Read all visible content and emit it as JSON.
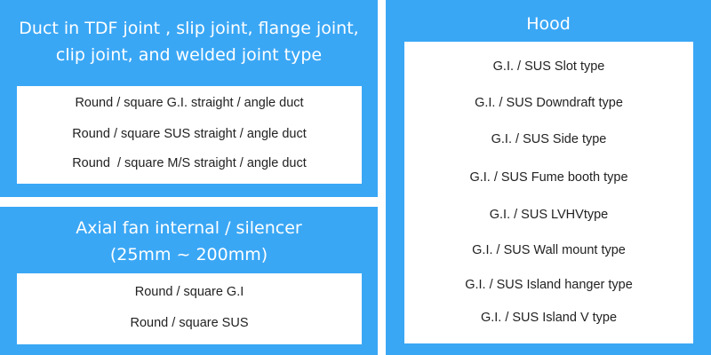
{
  "duct": {
    "title": "Duct in TDF joint , slip joint, flange joint,\nclip joint, and welded joint type",
    "items": [
      "Round / square G.I. straight / angle duct",
      "Round / square SUS straight / angle duct",
      "Round  / square M/S straight / angle duct"
    ]
  },
  "fan": {
    "title": "Axial fan internal / silencer\n(25mm ~ 200mm)",
    "items": [
      "Round / square G.I",
      "Round / square SUS"
    ]
  },
  "hood": {
    "title": "Hood",
    "items": [
      "G.I. / SUS Slot type",
      "G.I. / SUS Downdraft type",
      "G.I. / SUS Side type",
      "G.I. / SUS Fume booth type",
      "G.I. / SUS LVHVtype",
      "G.I. / SUS Wall mount type",
      "G.I. / SUS Island hanger type",
      "G.I. / SUS Island V type"
    ]
  },
  "colors": {
    "panel": "#3aa7f5",
    "card": "#ffffff",
    "text": "#222222"
  }
}
